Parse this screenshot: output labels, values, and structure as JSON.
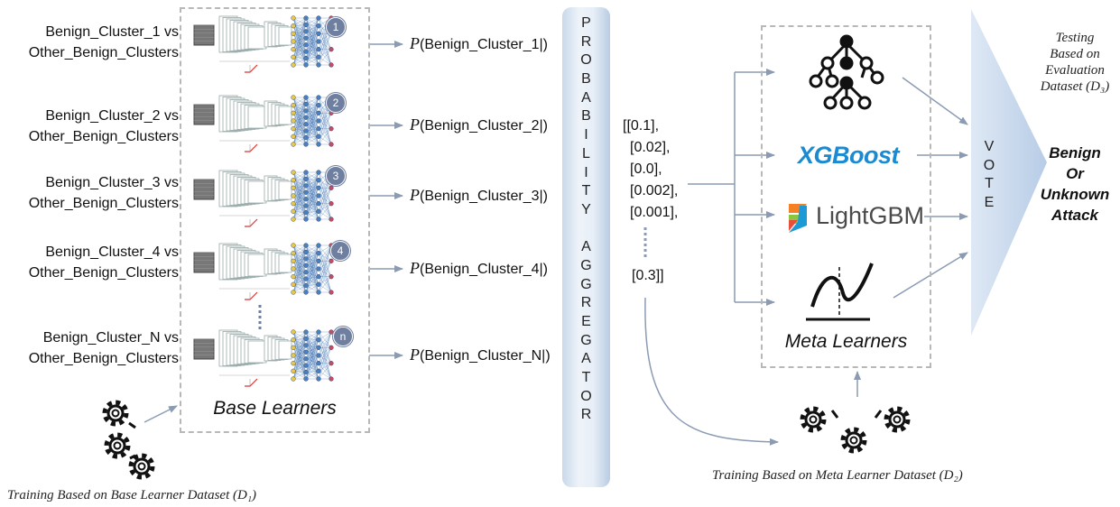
{
  "base": {
    "rows": [
      {
        "line1": "Benign_Cluster_1 vs",
        "line2": "Other_Benign_Clusters",
        "badge": "1",
        "prob_prefix": "P",
        "prob_arg": "(Benign_Cluster_1|)"
      },
      {
        "line1": "Benign_Cluster_2 vs",
        "line2": "Other_Benign_Clusters",
        "badge": "2",
        "prob_prefix": "P",
        "prob_arg": "(Benign_Cluster_2|)"
      },
      {
        "line1": "Benign_Cluster_3 vs",
        "line2": "Other_Benign_Clusters",
        "badge": "3",
        "prob_prefix": "P",
        "prob_arg": "(Benign_Cluster_3|)"
      },
      {
        "line1": "Benign_Cluster_4 vs",
        "line2": "Other_Benign_Clusters",
        "badge": "4",
        "prob_prefix": "P",
        "prob_arg": "(Benign_Cluster_4|)"
      },
      {
        "line1": "Benign_Cluster_N vs",
        "line2": "Other_Benign_Clusters",
        "badge": "n",
        "prob_prefix": "P",
        "prob_arg": "(Benign_Cluster_N|)"
      }
    ],
    "title": "Base Learners",
    "training_caption": "Training Based on Base Learner Dataset (D₁)"
  },
  "aggregator": {
    "letters": [
      "P",
      "R",
      "O",
      "B",
      "A",
      "B",
      "I",
      "L",
      "I",
      "T",
      "Y",
      "",
      "A",
      "G",
      "G",
      "R",
      "E",
      "G",
      "A",
      "T",
      "O",
      "R"
    ]
  },
  "probability_vector": [
    "[[0.1],",
    "[0.02],",
    "[0.0],",
    "[0.002],",
    "[0.001],",
    "[0.3]]"
  ],
  "meta": {
    "title": "Meta Learners",
    "xgboost_label": "XGBoost",
    "lightgbm_label": "LightGBM",
    "training_caption": "Training Based on Meta Learner Dataset (D₂)"
  },
  "vote": {
    "letters": [
      "V",
      "O",
      "T",
      "E"
    ],
    "testing_lines": [
      "Testing",
      "Based on",
      "Evaluation",
      "Dataset (D₃)"
    ],
    "outcome_lines": [
      "Benign",
      "Or",
      "Unknown",
      "Attack"
    ]
  },
  "colors": {
    "arrow": "#8a9bb3",
    "badge": "#6f7fa0",
    "xgboost": "#1a8bd2",
    "vote_fill": "#c7d8ec"
  }
}
